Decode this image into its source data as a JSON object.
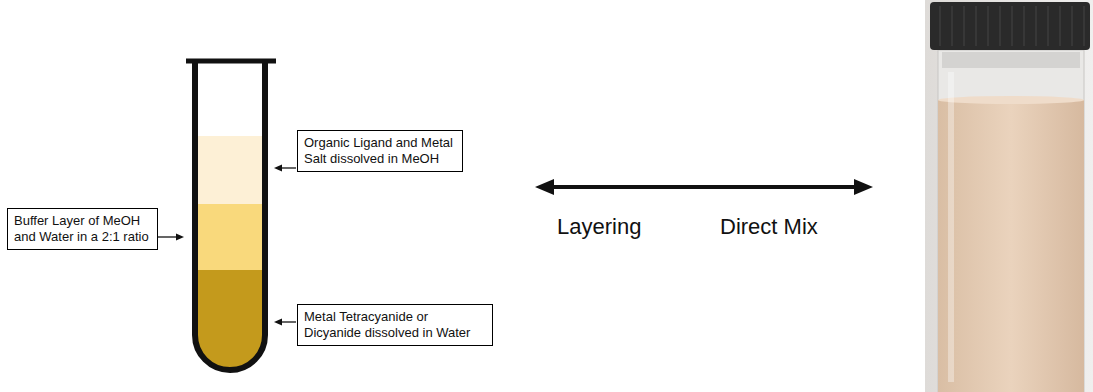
{
  "diagram": {
    "nodes": [
      {
        "text": [
          "Organic Ligand and Metal Salt dissolved in MeOH"
        ]
      },
      {
        "text": [
          "Buffer Layer of MeOH and Water in a 2:1 ratio"
        ]
      },
      {
        "text": [
          "Metal Tetracyanide or Dicyanide dissolved in Water"
        ]
      }
    ],
    "labels": [
      "Layering",
      "Direct Mix"
    ]
  }
}
